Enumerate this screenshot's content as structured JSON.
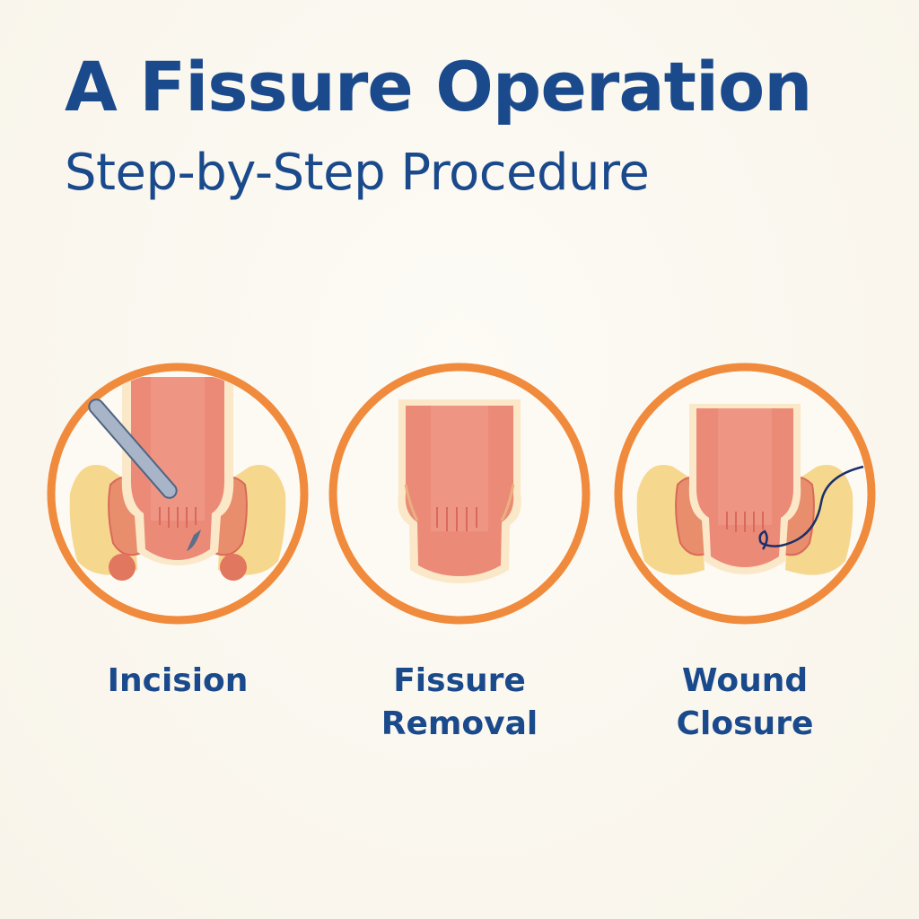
{
  "header": {
    "title": "A Fissure Operation",
    "subtitle": "Step-by-Step Procedure"
  },
  "steps": [
    {
      "label_lines": [
        "Incision"
      ],
      "icon": "scalpel-icon"
    },
    {
      "label_lines": [
        "Fissure",
        "Removal"
      ],
      "icon": "anal-canal-icon"
    },
    {
      "label_lines": [
        "Wound",
        "Closure"
      ],
      "icon": "suture-icon"
    }
  ],
  "colors": {
    "heading": "#1b4a8c",
    "ring": "#f08a3c",
    "tissue": "#ec8a78",
    "tissue_dark": "#d9695a",
    "fat": "#f6d78e",
    "background": "#fbf8f0"
  }
}
